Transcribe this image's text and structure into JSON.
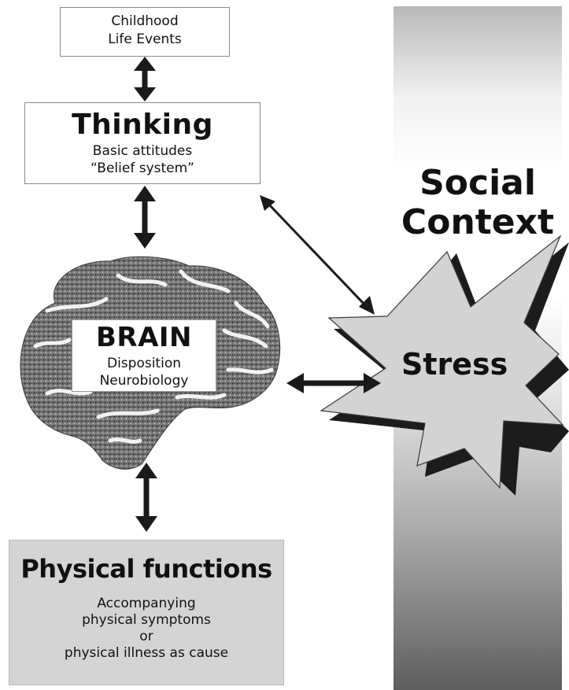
{
  "boxes": {
    "childhood": {
      "line1": "Childhood",
      "line2": "Life Events"
    },
    "thinking": {
      "title": "Thinking",
      "line1": "Basic attitudes",
      "line2": "“Belief system”"
    },
    "brain": {
      "title": "BRAIN",
      "line1": "Disposition",
      "line2": "Neurobiology"
    },
    "physical": {
      "title": "Physical functions",
      "line1": "Accompanying",
      "line2": "physical symptoms",
      "line3": "or",
      "line4": "physical illness as cause"
    }
  },
  "social_context": {
    "line1": "Social",
    "line2": "Context"
  },
  "stress": {
    "label": "Stress"
  },
  "colors": {
    "arrow": "#1a1a1a",
    "box_border": "#8a8a8a",
    "physical_fill": "#d4d4d4",
    "starburst_fill": "#d3d3d3",
    "starburst_shadow": "#1c1c1c",
    "brain_fill": "#6e6e6e"
  },
  "icons": [
    "brain-illustration",
    "stress-starburst"
  ]
}
